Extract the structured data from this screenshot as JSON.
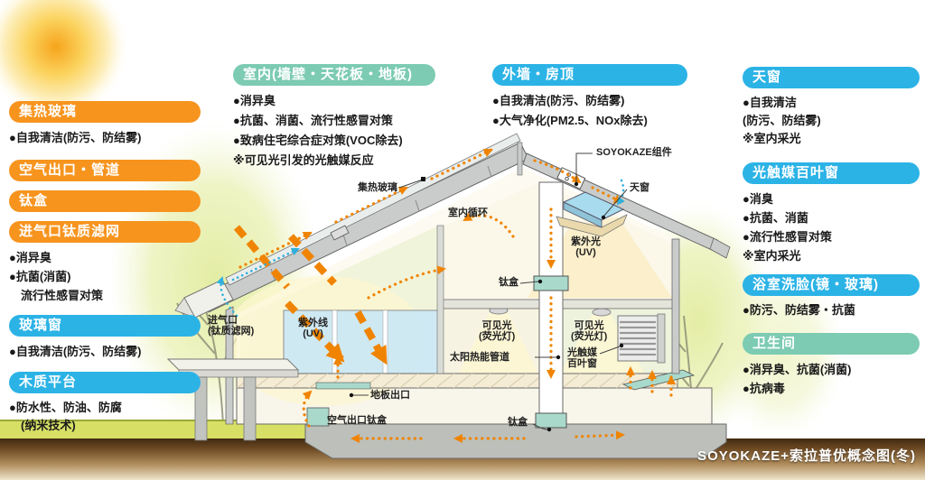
{
  "colors": {
    "pill_orange": "#F7941E",
    "pill_cyan": "#2CB3E6",
    "pill_teal": "#7CCBB2",
    "arrow_orange": "#F08400",
    "arrow_cyan": "#2FB0DD",
    "skylight_blue": "#A8DBEE",
    "titanium_teal": "#A9D9CB",
    "grass_green": "#D7E065",
    "soil_brown": "#6D4A24"
  },
  "panels": {
    "left": [
      {
        "title": "集热玻璃",
        "style": "orange",
        "bullets": [
          "●自我清洁(防污、防结雾)"
        ]
      },
      {
        "title": "空气出口・管道",
        "style": "orange",
        "bullets": []
      },
      {
        "title": "钛盒",
        "style": "orange",
        "bullets": []
      },
      {
        "title": "进气口钛质滤网",
        "style": "orange",
        "bullets": [
          "●消异臭",
          "●抗菌(消菌)",
          "流行性感冒对策"
        ]
      },
      {
        "title": "玻璃窗",
        "style": "cyan",
        "bullets": [
          "●自我清洁(防污、防结雾)"
        ]
      },
      {
        "title": "木质平台",
        "style": "cyan",
        "bullets": [
          "●防水性、防油、防腐",
          "(纳米技术)"
        ]
      }
    ],
    "top": [
      {
        "title": "室内(墙壁・天花板・地板)",
        "style": "teal",
        "bullets": [
          "●消异臭",
          "●抗菌、消菌、流行性感冒对策",
          "●致病住宅综合症对策(VOC除去)",
          "※可见光引发的光触媒反应"
        ]
      },
      {
        "title": "外墙・房顶",
        "style": "cyan",
        "bullets": [
          "●自我清洁(防污、防结雾)",
          "●大气净化(PM2.5、NOx除去)"
        ]
      }
    ],
    "right": [
      {
        "title": "天窗",
        "style": "cyan",
        "bullets": [
          "●自我清洁",
          "(防污、防结雾)",
          "※室内采光"
        ]
      },
      {
        "title": "光触媒百叶窗",
        "style": "cyan",
        "bullets": [
          "●消臭",
          "●抗菌、消菌",
          "●流行性感冒对策",
          "※室内采光"
        ]
      },
      {
        "title": "浴室洗脸(镜・玻璃)",
        "style": "cyan",
        "bullets": [
          "●防污、防结雾・抗菌"
        ]
      },
      {
        "title": "卫生间",
        "style": "teal",
        "bullets": [
          "●消异臭、抗菌(消菌)",
          "●抗病毒"
        ]
      }
    ]
  },
  "diagram_labels": {
    "collector_glass": "集热玻璃",
    "soyokaze_unit": "SOYOKAZE组件",
    "skylight": "天窗",
    "indoor_circulation": "室内循环",
    "uv_light_line1": "紫外光",
    "uv_light_line2": "(UV)",
    "titanium_box_attic": "钛盒",
    "air_inlet_line1": "进气口",
    "air_inlet_line2": "(钛质滤网)",
    "uv_rays_line1": "紫外线",
    "uv_rays_line2": "(UV)",
    "visible_light_line1": "可见光",
    "visible_light_line2": "(荧光灯)",
    "solar_heat_duct": "太阳热能管道",
    "photocatalyst_blinds_line1": "光触媒",
    "photocatalyst_blinds_line2": "百叶窗",
    "floor_outlet": "地板出口",
    "air_outlet_titanium_box": "空气出口钛盒",
    "titanium_box_bottom": "钛盒"
  },
  "caption": "SOYOKAZE+索拉普优概念图(冬)"
}
